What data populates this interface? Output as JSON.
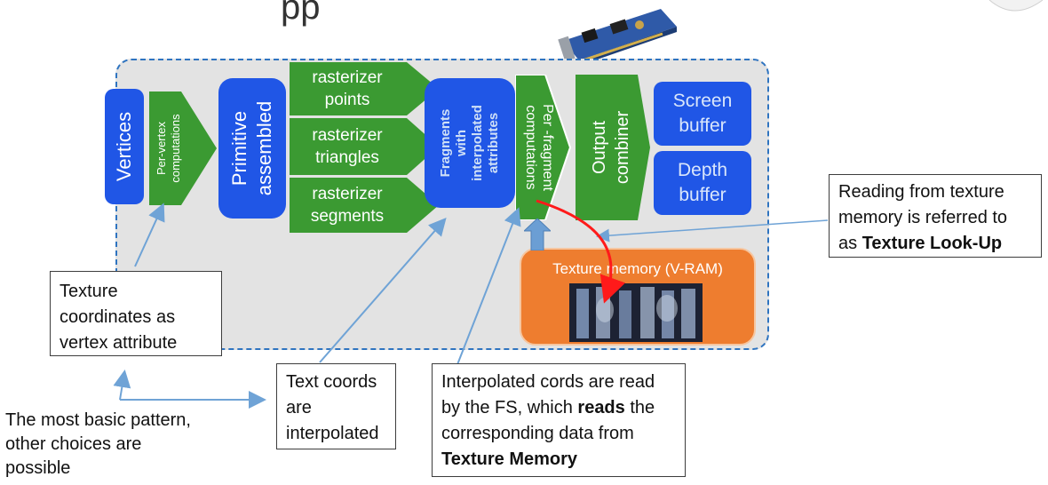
{
  "header_fragment": "pp",
  "pipeline": {
    "vertices": "Vertices",
    "per_vertex": [
      "Per-vertex",
      "computations"
    ],
    "primitive": [
      "Primitive",
      "assembled"
    ],
    "rasterizers": [
      [
        "rasterizer",
        "points"
      ],
      [
        "rasterizer",
        "triangles"
      ],
      [
        "rasterizer",
        "segments"
      ]
    ],
    "fragments": [
      "Fragments",
      "with",
      "interpolated",
      "attributes"
    ],
    "per_fragment": [
      "Per -fragment",
      "computations"
    ],
    "output": [
      "Output",
      "combiner"
    ],
    "screen_buffer": [
      "Screen",
      "buffer"
    ],
    "depth_buffer": [
      "Depth",
      "buffer"
    ],
    "texture_memory": "Texture memory (V-RAM)"
  },
  "notes": {
    "texture_coords": [
      "Texture",
      "coordinates as",
      "vertex attribute"
    ],
    "basic_pattern": [
      "The most basic pattern,",
      "other choices are",
      "possible"
    ],
    "text_coords": [
      "Text coords",
      "are",
      "interpolated"
    ],
    "interp_fs": {
      "l1": "Interpolated cords are read",
      "l2_pre": "by the FS, which ",
      "l2_bold": "reads",
      "l2_post": " the",
      "l3": "corresponding data from",
      "l4_bold": "Texture Memory"
    },
    "lookup": {
      "l1": "Reading from texture",
      "l2": "memory is referred to",
      "l3_pre": "as ",
      "l3_bold": "Texture Look-Up"
    }
  },
  "colors": {
    "blue": "#2056e6",
    "green": "#3b9a32",
    "orange": "#ee7d2f",
    "arrow_line": "#6fa3d6",
    "red_arrow": "#ff1a1a"
  }
}
